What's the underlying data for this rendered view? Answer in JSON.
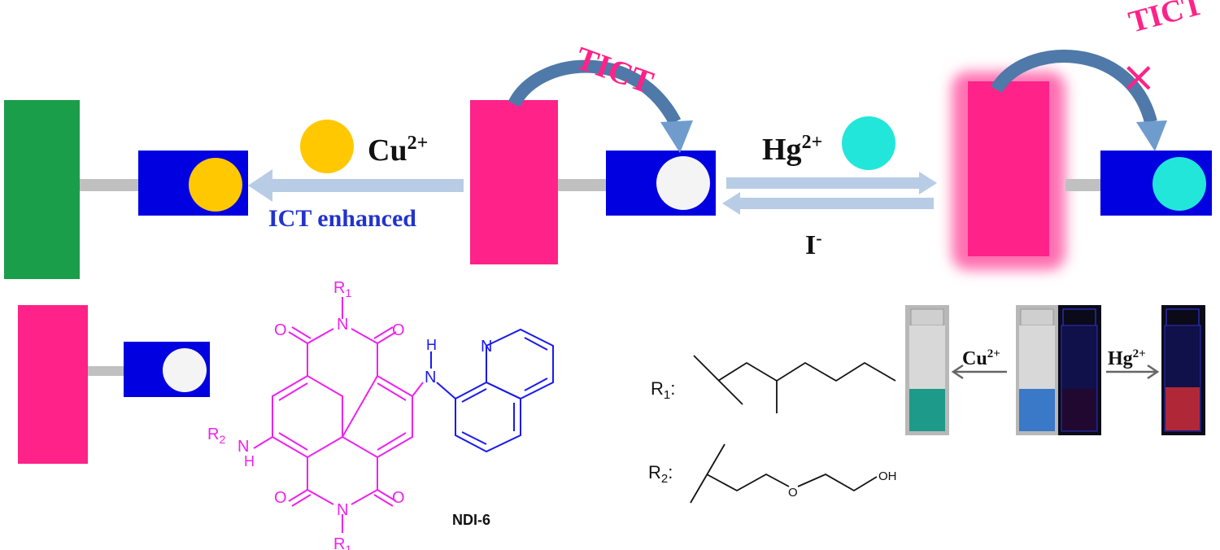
{
  "scheme": {
    "tict_label_1": "TICT",
    "tict_label_2": "TICT",
    "cu_ion": {
      "symbol": "Cu",
      "charge": "2+"
    },
    "ict_label": "ICT enhanced",
    "hg_ion": {
      "symbol": "Hg",
      "charge": "2+"
    },
    "iodide": {
      "symbol": "I",
      "charge": "-"
    },
    "blocked_mark": "×"
  },
  "molecule": {
    "name": "NDI-6",
    "atoms": {
      "o": "O",
      "n": "N",
      "h": "H",
      "r1": "R",
      "r1_sub": "1",
      "r2": "R",
      "r2_sub": "2"
    }
  },
  "substituents": {
    "r1_label": "R",
    "r1_sub": "1",
    "r2_label": "R",
    "r2_sub": "2",
    "colon": ":",
    "ether_o": "O",
    "oh": "OH"
  },
  "photos": {
    "cu_label": {
      "symbol": "Cu",
      "charge": "2+"
    },
    "hg_label": {
      "symbol": "Hg",
      "charge": "2+"
    }
  },
  "colors": {
    "pink": "#ff2288",
    "green": "#1a9e4a",
    "blue": "#0000e0",
    "yellow": "#ffc800",
    "cyan": "#22e6da",
    "arrow": "#b8cce6",
    "magenta": "#ee22ee",
    "ict": "#2233cc"
  }
}
